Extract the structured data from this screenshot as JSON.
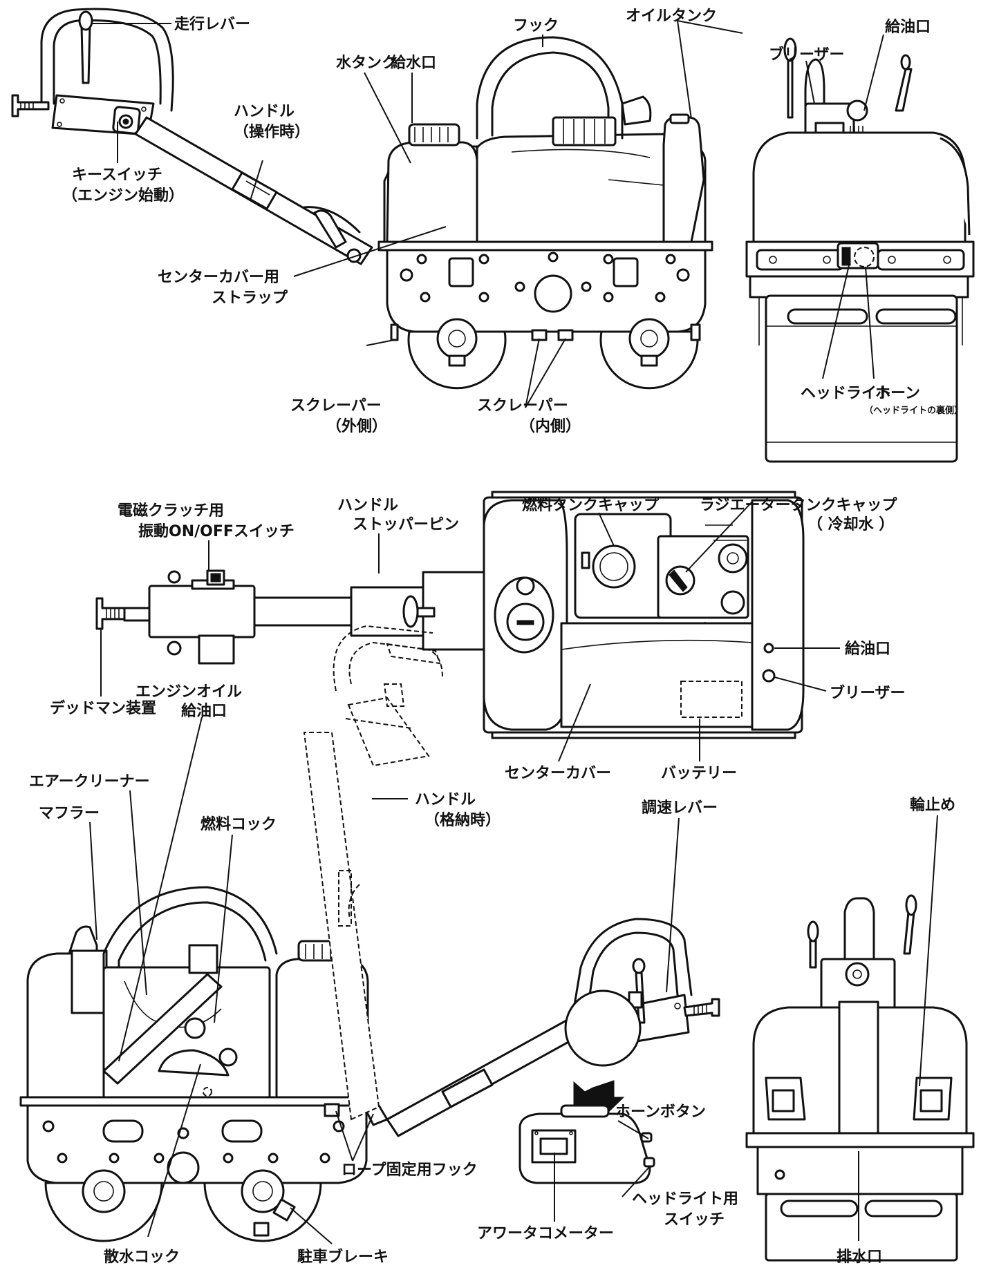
{
  "labels": {
    "travel_lever": "走行レバー",
    "hook": "フック",
    "oil_tank": "オイルタンク",
    "water_tank": "水タンク",
    "water_inlet": "給水口",
    "handle_operating_1": "ハンドル",
    "handle_operating_2": "（操作時）",
    "key_switch_1": "キースイッチ",
    "key_switch_2": "（エンジン始動）",
    "center_cover_strap_1": "センターカバー用",
    "center_cover_strap_2": "ストラップ",
    "scraper_outer_1": "スクレーパー",
    "scraper_outer_2": "（外側）",
    "scraper_inner_1": "スクレーパー",
    "scraper_inner_2": "（内側）",
    "breather_top": "ブリーザー",
    "oil_filler_top": "給油口",
    "headlight": "ヘッドライト",
    "horn_1": "ホーン",
    "horn_2": "（ヘッドライトの裏側）",
    "fuel_tank_cap": "燃料タンクキャップ",
    "radiator_cap_1": "ラジエータータンクキャップ",
    "radiator_cap_2": "（ 冷却水 ）",
    "clutch_switch_1": "電磁クラッチ用",
    "clutch_switch_2": "振動ON/OFFスイッチ",
    "handle_stopper_1": "ハンドル",
    "handle_stopper_2": "ストッパーピン",
    "oil_filler_mid": "給油口",
    "breather_mid": "ブリーザー",
    "deadman": "デッドマン装置",
    "center_cover": "センターカバー",
    "battery": "バッテリー",
    "engine_oil_1": "エンジンオイル",
    "engine_oil_2": "給油口",
    "air_cleaner": "エアークリーナー",
    "muffler": "マフラー",
    "fuel_cock": "燃料コック",
    "handle_stored_1": "ハンドル",
    "handle_stored_2": "（格納時）",
    "speed_lever": "調速レバー",
    "wheel_stop": "輪止め",
    "horn_button": "ホーンボタン",
    "headlight_switch_1": "ヘッドライト用",
    "headlight_switch_2": "スイッチ",
    "rope_hook": "ロープ固定用フック",
    "hour_meter": "アワータコメーター",
    "sprinkler_cock": "散水コック",
    "parking_brake": "駐車ブレーキ",
    "drain": "排水口"
  }
}
